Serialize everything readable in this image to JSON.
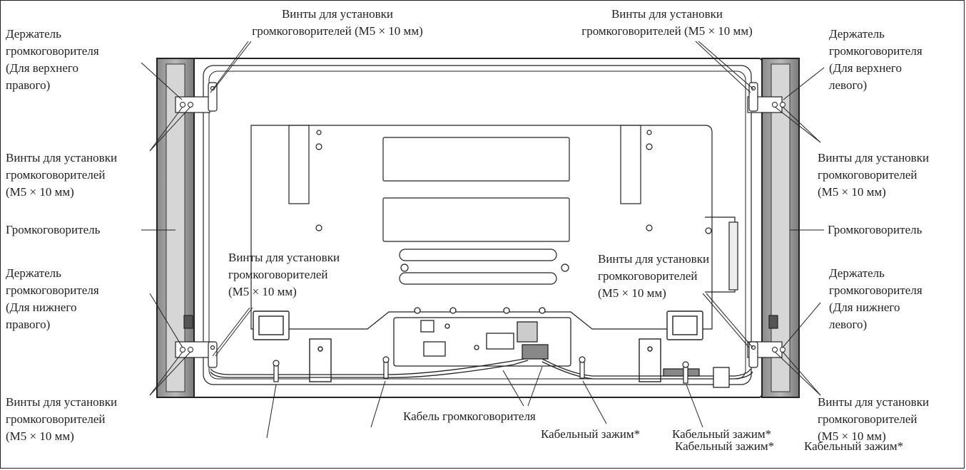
{
  "labels": {
    "screws_top_left": "Винты для установки\nгромкоговорителей (M5 × 10 мм)",
    "screws_top_right": "Винты для установки\nгромкоговорителей (M5 × 10 мм)",
    "holder_upper_right": "Держатель\nгромкоговорителя\n(Для верхнего\nправого)",
    "holder_upper_left": "Держатель\nгромкоговорителя\n(Для верхнего\nлевого)",
    "screws_left_upper": "Винты для установки\nгромкоговорителей\n(M5 × 10 мм)",
    "screws_right_upper": "Винты для установки\nгромкоговорителей\n(M5 × 10 мм)",
    "speaker_left": "Громкоговоритель",
    "speaker_right": "Громкоговоритель",
    "holder_lower_right": "Держатель\nгромкоговорителя\n(Для нижнего\nправого)",
    "holder_lower_left": "Держатель\nгромкоговорителя\n(Для нижнего\nлевого)",
    "screws_center_left": "Винты для установки\nгромкоговорителей\n(M5 × 10 мм)",
    "screws_center_right": "Винты для установки\nгромкоговорителей\n(M5 × 10 мм)",
    "screws_left_lower": "Винты для установки\nгромкоговорителей\n(M5 × 10 мм)",
    "screws_right_lower": "Винты для установки\nгромкоговорителей\n(M5 × 10 мм)",
    "speaker_cable": "Кабель громкоговорителя",
    "cable_clamp_1": "Кабельный зажим*",
    "cable_clamp_2": "Кабельный зажим*",
    "cable_clamp_3": "Кабельный зажим*",
    "cable_clamp_4": "Кабельный зажим*"
  }
}
